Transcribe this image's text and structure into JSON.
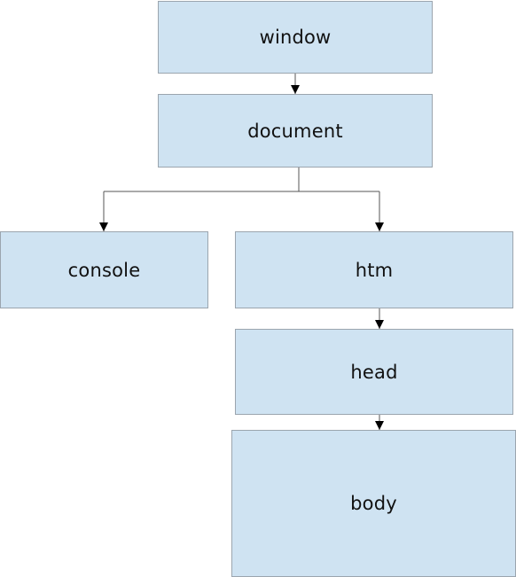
{
  "diagram": {
    "colors": {
      "node_fill": "#cfe3f2",
      "node_border": "#9ba5ae",
      "connector": "#555555",
      "arrowhead": "#000000"
    },
    "nodes": {
      "window": {
        "label": "window"
      },
      "document": {
        "label": "document"
      },
      "console": {
        "label": "console"
      },
      "html": {
        "label": "htm"
      },
      "head": {
        "label": "head"
      },
      "body": {
        "label": "body"
      }
    },
    "edges": [
      {
        "from": "window",
        "to": "document"
      },
      {
        "from": "document",
        "to": "console"
      },
      {
        "from": "document",
        "to": "html"
      },
      {
        "from": "html",
        "to": "head"
      },
      {
        "from": "head",
        "to": "body"
      }
    ]
  }
}
